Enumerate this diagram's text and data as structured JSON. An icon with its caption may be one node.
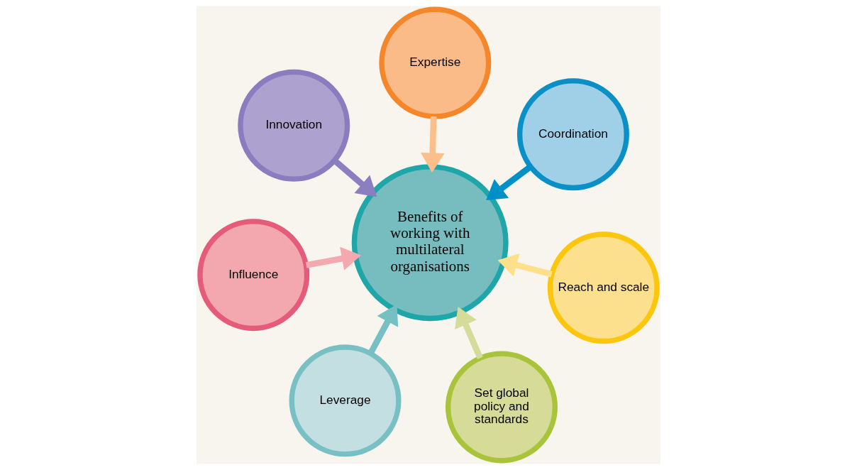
{
  "diagram": {
    "nodes": [
      {
        "text": [
          "Influence"
        ]
      },
      {
        "text": [
          "Reach and scale"
        ]
      },
      {
        "text": [
          "Set global policy and standards"
        ]
      },
      {
        "text": [
          "Expertise"
        ]
      },
      {
        "text": [
          "Coordination"
        ]
      },
      {
        "text": [
          "Innovation"
        ]
      },
      {
        "text": [
          "Leverage"
        ]
      },
      {
        "text": [
          "Benefits of working with multilateral organisations"
        ]
      }
    ],
    "edges": [
      {
        "from": 0,
        "to": 7,
        "arrow": "to",
        "color": "#f4a9b0"
      },
      {
        "from": 1,
        "to": 7,
        "arrow": "to",
        "color": "#fde18a"
      },
      {
        "from": 2,
        "to": 7,
        "arrow": "to",
        "color": "#d4dc9a"
      },
      {
        "from": 3,
        "to": 7,
        "arrow": "to",
        "color": "#fbbf8c"
      },
      {
        "from": 4,
        "to": 7,
        "arrow": "to",
        "color": "#0090c8"
      },
      {
        "from": 5,
        "to": 7,
        "arrow": "to",
        "color": "#8c7fbf"
      },
      {
        "from": 6,
        "to": 7,
        "arrow": "to",
        "color": "#76bfc3"
      }
    ]
  }
}
